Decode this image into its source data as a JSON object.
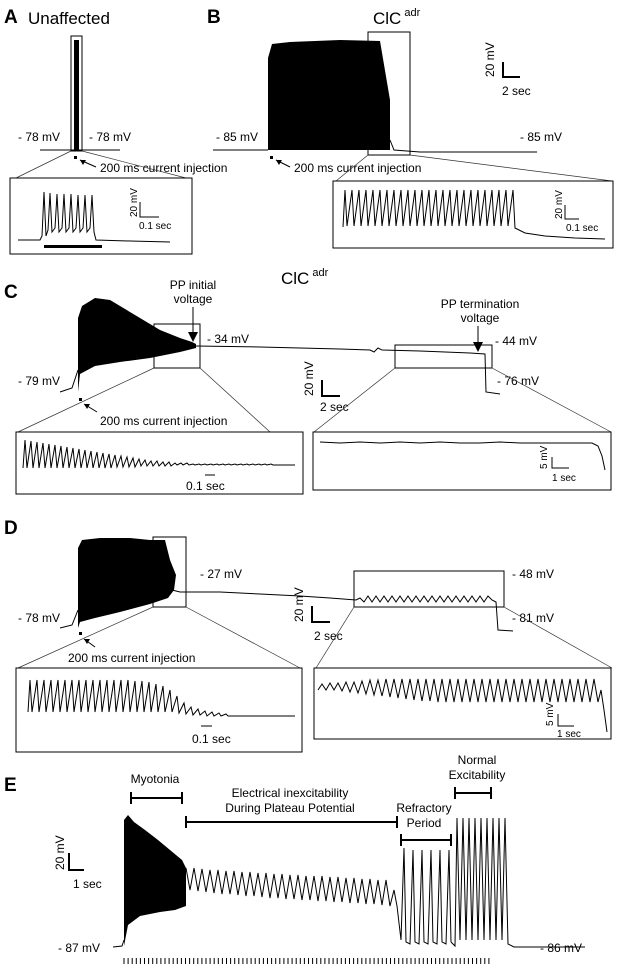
{
  "panels": {
    "a": {
      "label": "A",
      "title": "Unaffected",
      "v_left": "- 78 mV",
      "v_right": "- 78 mV",
      "stim": "200 ms current injection",
      "sb_v": "20 mV",
      "sb_t": "0.1 sec"
    },
    "b": {
      "label": "B",
      "title": "ClC",
      "title_sup": "adr",
      "v_left": "- 85 mV",
      "v_right": "- 85 mV",
      "stim": "200 ms current injection",
      "sb_v": "20 mV",
      "sb_t": "2 sec",
      "inset_sb_v": "20 mV",
      "inset_sb_t": "0.1 sec"
    },
    "c": {
      "label": "C",
      "title": "ClC",
      "title_sup": "adr",
      "pp_initial_1": "PP initial",
      "pp_initial_2": "voltage",
      "pp_term_1": "PP termination",
      "pp_term_2": "voltage",
      "v_initial": "- 34 mV",
      "v_term": "- 44 mV",
      "v_after": "- 76 mV",
      "v_left": "- 79 mV",
      "stim": "200 ms current injection",
      "sb_v": "20 mV",
      "sb_t": "2 sec",
      "inset1_sb_t": "0.1 sec",
      "inset2_sb_v": "5 mV",
      "inset2_sb_t": "1 sec"
    },
    "d": {
      "label": "D",
      "v_plateau": "- 27 mV",
      "v_term": "- 48 mV",
      "v_after": "- 81 mV",
      "v_left": "- 78 mV",
      "stim": "200 ms current injection",
      "sb_v": "20 mV",
      "sb_t": "2 sec",
      "inset1_sb_t": "0.1 sec",
      "inset2_sb_v": "5 mV",
      "inset2_sb_t": "1 sec"
    },
    "e": {
      "label": "E",
      "myotonia": "Myotonia",
      "inexc_1": "Electrical inexcitability",
      "inexc_2": "During Plateau Potential",
      "refr_1": "Refractory",
      "refr_2": "Period",
      "norm_1": "Normal",
      "norm_2": "Excitability",
      "sb_v": "20 mV",
      "sb_t": "1 sec",
      "v_left": "- 87 mV",
      "v_right": "- 86 mV"
    }
  }
}
